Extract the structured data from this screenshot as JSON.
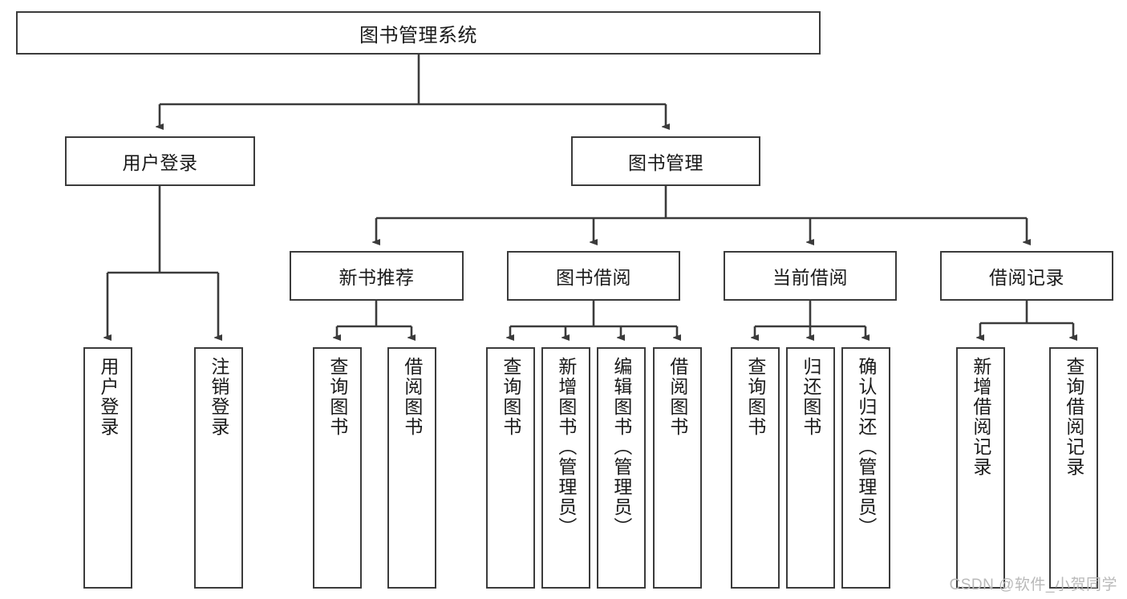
{
  "diagram": {
    "title": "图书管理系统",
    "type": "hierarchy-tree",
    "watermark": "CSDN @软件_小贺同学",
    "colors": {
      "box_border": "#3b3b3b",
      "box_fill": "#ffffff",
      "connector": "#3b3b3b",
      "text": "#1a1a1a",
      "watermark": "#b9b9b9",
      "background": "#ffffff"
    },
    "root": {
      "label": "图书管理系统"
    },
    "level2": [
      {
        "label": "用户登录"
      },
      {
        "label": "图书管理"
      }
    ],
    "level3": [
      {
        "label": "新书推荐"
      },
      {
        "label": "图书借阅"
      },
      {
        "label": "当前借阅"
      },
      {
        "label": "借阅记录"
      }
    ],
    "leaves": {
      "user_login": [
        {
          "label": "用户登录"
        },
        {
          "label": "注销登录"
        }
      ],
      "new_book_recommend": [
        {
          "label": "查询图书"
        },
        {
          "label": "借阅图书"
        }
      ],
      "book_borrow": [
        {
          "label": "查询图书"
        },
        {
          "label": "新增图书（管理员）"
        },
        {
          "label": "编辑图书（管理员）"
        },
        {
          "label": "借阅图书"
        }
      ],
      "current_borrow": [
        {
          "label": "查询图书"
        },
        {
          "label": "归还图书"
        },
        {
          "label": "确认归还（管理员）"
        }
      ],
      "borrow_record": [
        {
          "label": "新增借阅记录"
        },
        {
          "label": "查询借阅记录"
        }
      ]
    }
  }
}
